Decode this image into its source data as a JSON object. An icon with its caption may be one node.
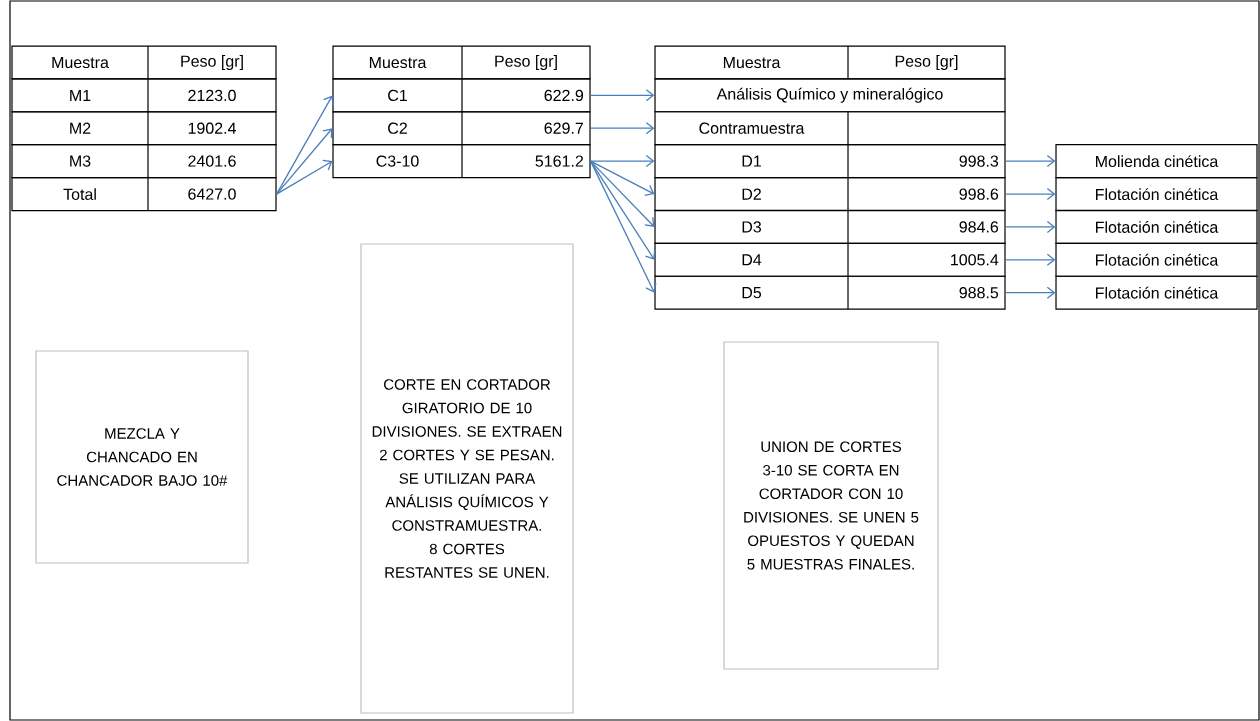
{
  "diagram": {
    "nodes": [
      {
        "text": [
          "Muestra",
          "Peso [gr]"
        ]
      },
      {
        "text": [
          "M1",
          "2123.0"
        ]
      },
      {
        "text": [
          "M2",
          "1902.4"
        ]
      },
      {
        "text": [
          "M3",
          "2401.6"
        ]
      },
      {
        "text": [
          "Total",
          "6427.0"
        ]
      },
      {
        "text": [
          "Muestra",
          "Peso [gr]"
        ]
      },
      {
        "text": [
          "C1",
          "622.9"
        ]
      },
      {
        "text": [
          "C2",
          "629.7"
        ]
      },
      {
        "text": [
          "C3-10",
          "5161.2"
        ]
      },
      {
        "text": [
          "Muestra",
          "Peso [gr]"
        ]
      },
      {
        "text": [
          "Análisis Químico y mineralógico"
        ]
      },
      {
        "text": [
          "Contramuestra"
        ]
      },
      {
        "text": [
          "D1",
          "998.3"
        ]
      },
      {
        "text": [
          "D2",
          "998.6"
        ]
      },
      {
        "text": [
          "D3",
          "984.6"
        ]
      },
      {
        "text": [
          "D4",
          "1005.4"
        ]
      },
      {
        "text": [
          "D5",
          "988.5"
        ]
      },
      {
        "text": [
          "Molienda cinética"
        ]
      },
      {
        "text": [
          "Flotación cinética"
        ]
      },
      {
        "text": [
          "Flotación cinética"
        ]
      },
      {
        "text": [
          "Flotación cinética"
        ]
      },
      {
        "text": [
          "Flotación cinética"
        ]
      },
      {
        "text": [
          "MEZCLA Y CHANCADO EN CHANCADOR BAJO 10#"
        ]
      },
      {
        "text": [
          "CORTE EN CORTADOR GIRATORIO DE 10 DIVISIONES. SE EXTRAEN 2 CORTES Y SE PESAN. SE UTILIZAN PARA ANÁLISIS QUÍMICOS Y CONSTRAMUESTRA. 8 CORTES RESTANTES SE UNEN."
        ]
      },
      {
        "text": [
          "UNION DE CORTES 3-10 SE CORTA EN CORTADOR CON 10 DIVISIONES. SE UNEN 5 OPUESTOS Y QUEDAN 5 MUESTRAS FINALES."
        ]
      }
    ],
    "edges": [
      {
        "from": 4,
        "to": 6,
        "arrow": "to"
      },
      {
        "from": 4,
        "to": 7,
        "arrow": "to"
      },
      {
        "from": 4,
        "to": 8,
        "arrow": "to"
      },
      {
        "from": 6,
        "to": 10,
        "arrow": "to"
      },
      {
        "from": 7,
        "to": 11,
        "arrow": "to"
      },
      {
        "from": 8,
        "to": 12,
        "arrow": "to"
      },
      {
        "from": 8,
        "to": 13,
        "arrow": "to"
      },
      {
        "from": 8,
        "to": 14,
        "arrow": "to"
      },
      {
        "from": 8,
        "to": 15,
        "arrow": "to"
      },
      {
        "from": 8,
        "to": 16,
        "arrow": "to"
      },
      {
        "from": 12,
        "to": 17,
        "arrow": "to"
      },
      {
        "from": 13,
        "to": 18,
        "arrow": "to"
      },
      {
        "from": 14,
        "to": 19,
        "arrow": "to"
      },
      {
        "from": 15,
        "to": 20,
        "arrow": "to"
      },
      {
        "from": 16,
        "to": 21,
        "arrow": "to"
      }
    ]
  }
}
